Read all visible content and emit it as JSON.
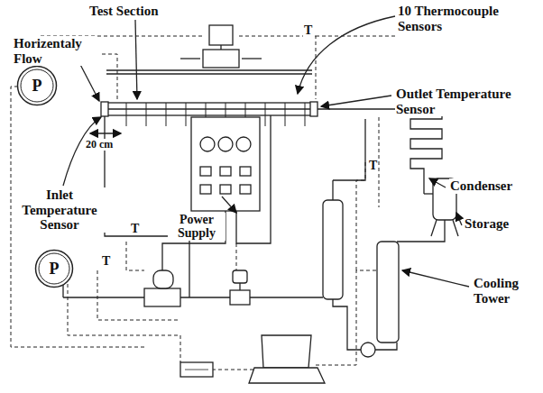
{
  "diagram": {
    "nodes": [
      {
        "text": [
          "P"
        ]
      },
      {
        "text": [
          "P"
        ]
      }
    ],
    "labels": [
      "Test Section",
      "10 Thermocouple Sensors",
      "Horizentaly Flow",
      "Outlet Temperature Sensor",
      "20 cm",
      "Inlet Temperature Sensor",
      "Power Supply",
      "Condenser",
      "Storage",
      "Cooling Tower",
      "T",
      "T",
      "T",
      "T"
    ]
  }
}
